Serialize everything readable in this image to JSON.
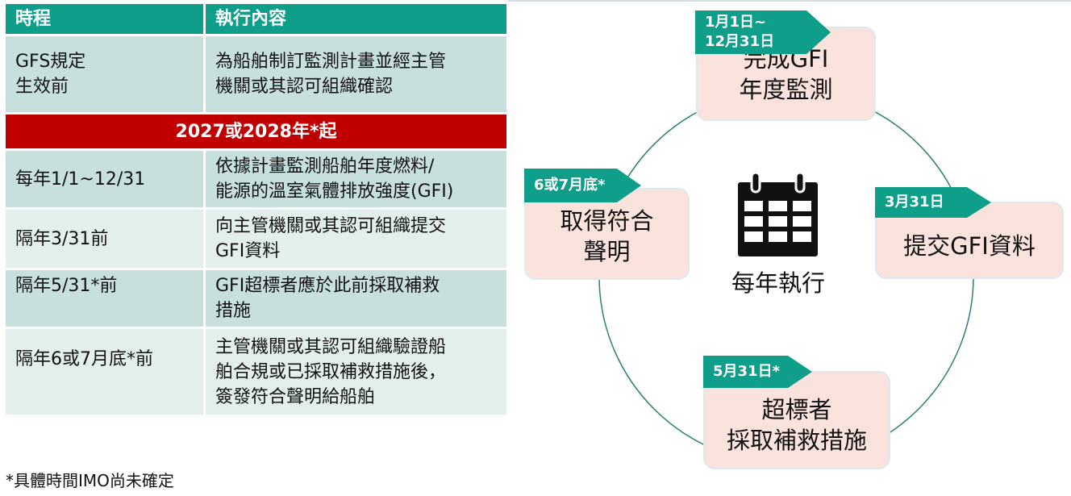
{
  "table": {
    "header": [
      "時程",
      "執行內容"
    ],
    "rows_before": [
      {
        "timing": "GFS規定\n生效前",
        "content": "為船舶制訂監測計畫並經主管\n機關或其認可組織確認"
      }
    ],
    "banner": "2027或2028年*起",
    "rows_after": [
      {
        "timing": "每年1/1~12/31",
        "content": "依據計畫監測船舶年度燃料/\n能源的溫室氣體排放強度(GFI)"
      },
      {
        "timing": "隔年3/31前",
        "content": "向主管機關或其認可組織提交\nGFI資料"
      },
      {
        "timing": "隔年5/31*前",
        "content": "GFI超標者應於此前採取補救\n措施"
      },
      {
        "timing": "隔年6或7月底*前",
        "content": "主管機關或其認可組織驗證船\n舶合規或已採取補救措施後，\n簽發符合聲明給船舶"
      }
    ]
  },
  "footnote": "*具體時間IMO尚未確定",
  "cycle": {
    "center_label": "每年執行",
    "center_icon": "calendar-icon",
    "steps": [
      {
        "tag": "1月1日~\n12月31日",
        "text": "完成GFI\n年度監測"
      },
      {
        "tag": "3月31日",
        "text": "提交GFI資料"
      },
      {
        "tag": "5月31日*",
        "text": "超標者\n採取補救措施"
      },
      {
        "tag": "6或7月底*",
        "text": "取得符合\n聲明"
      }
    ]
  },
  "colors": {
    "teal": "#0e9e8a",
    "red_banner": "#c00000",
    "row_dark": "#c8e0dd",
    "row_light": "#e2efed",
    "box_fill": "#fbe3dd",
    "circle": "#2f7f77"
  }
}
